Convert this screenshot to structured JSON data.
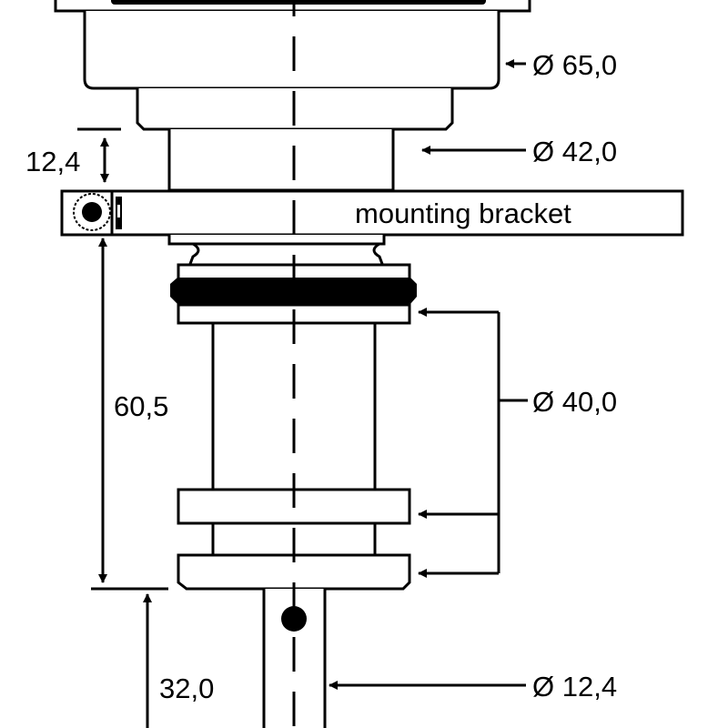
{
  "drawing": {
    "dimensions": {
      "d65": "Ø 65,0",
      "d42": "Ø 42,0",
      "d40": "Ø 40,0",
      "d12": "Ø 12,4",
      "h124": "12,4",
      "h605": "60,5",
      "h320": "32,0"
    },
    "labels": {
      "bracket": "mounting bracket"
    }
  }
}
